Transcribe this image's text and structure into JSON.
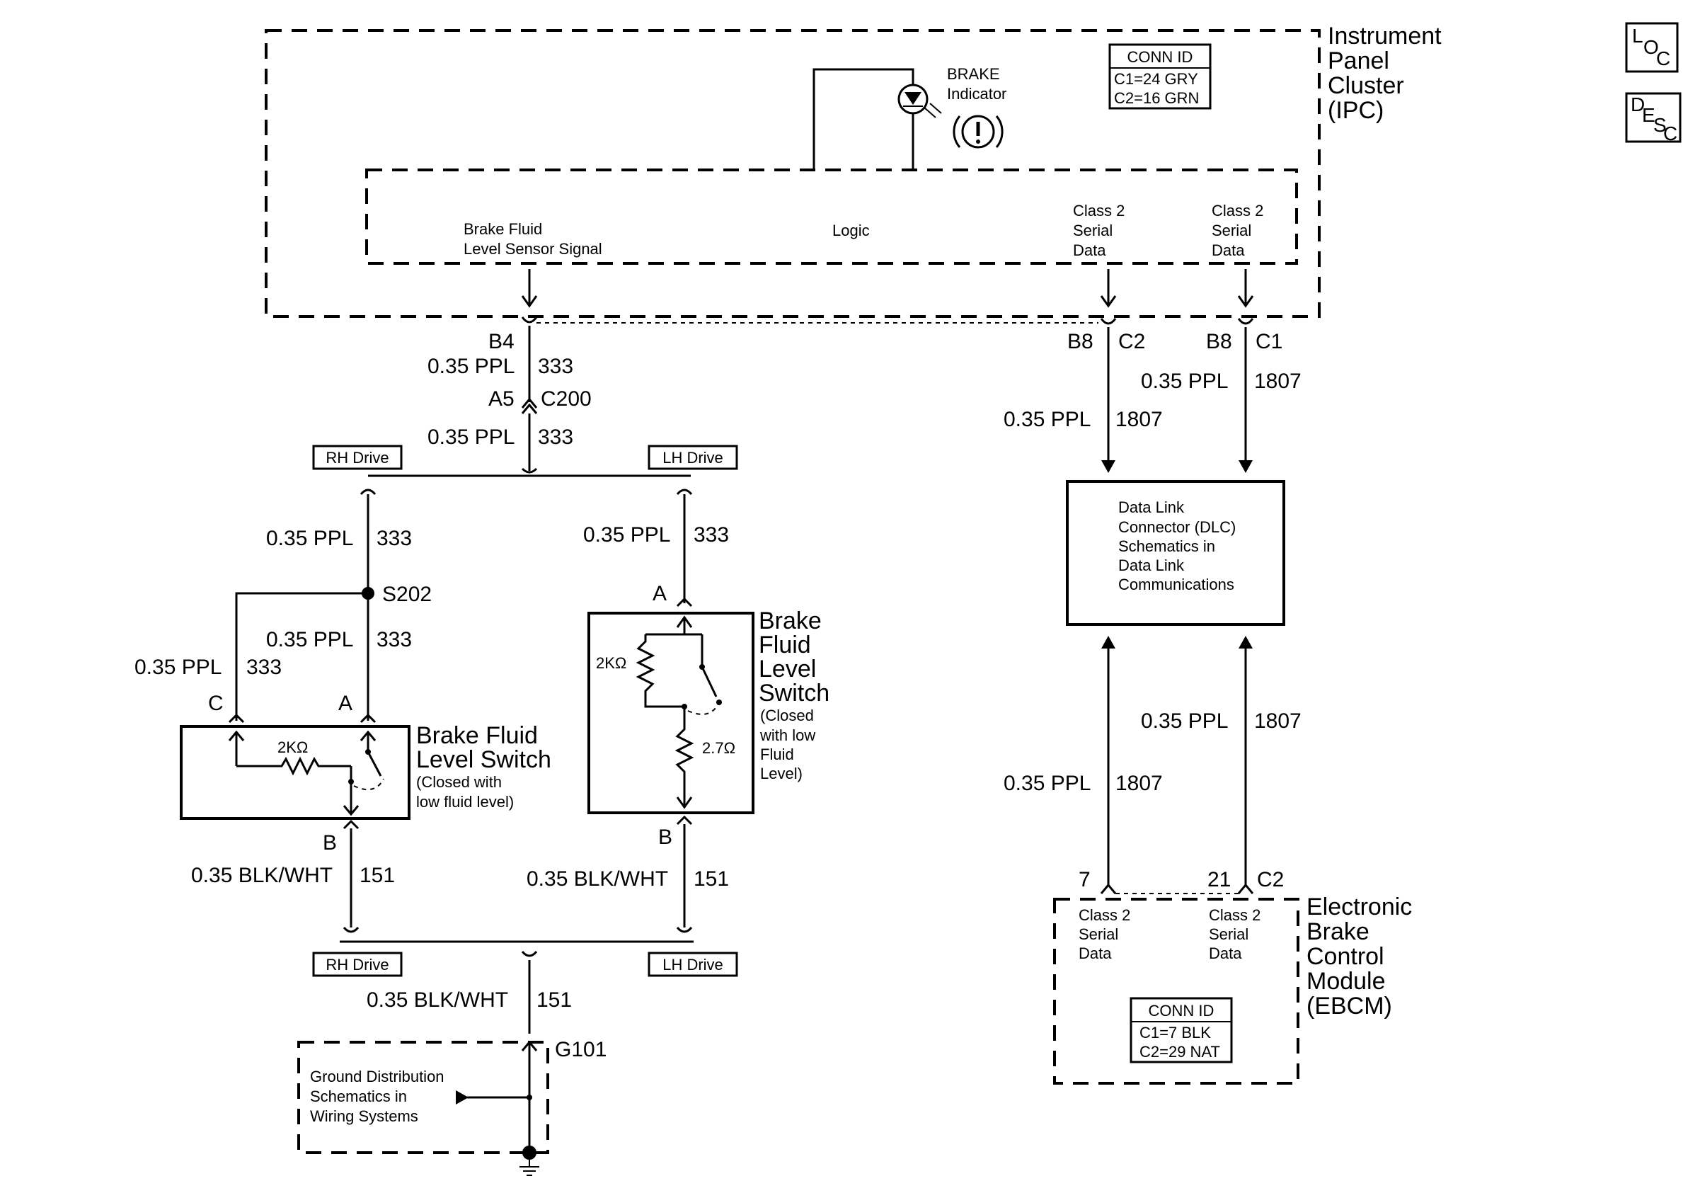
{
  "ipc": {
    "title": [
      "Instrument",
      "Panel",
      "Cluster",
      "(IPC)"
    ],
    "brake_indicator": [
      "BRAKE",
      "Indicator"
    ],
    "conn_id": {
      "title": "CONN ID",
      "c1": "C1=24 GRY",
      "c2": "C2=16 GRN"
    },
    "logic": "Logic",
    "sensor_signal": [
      "Brake Fluid",
      "Level Sensor Signal"
    ],
    "serial_data": [
      "Class 2",
      "Serial",
      "Data"
    ]
  },
  "icons": [
    "loc-icon",
    "desc-icon",
    "brake-warning-icon",
    "ground-icon"
  ],
  "loc_icon": {
    "l": "L",
    "o": "O",
    "c": "C"
  },
  "desc_icon": {
    "d": "D",
    "e": "E",
    "s": "S",
    "c": "C"
  },
  "pins": {
    "b4": "B4",
    "a5": "A5",
    "c200": "C200",
    "b8_1": "B8",
    "c2": "C2",
    "b8_2": "B8",
    "c1": "C1",
    "s202": "S202",
    "c": "C",
    "a1": "A",
    "a2": "A",
    "b1": "B",
    "b2": "B",
    "g101": "G101",
    "p7": "7",
    "p21": "21",
    "ebcm_c2": "C2"
  },
  "wires": {
    "w333": {
      "gauge": "0.35 PPL",
      "circuit": "333"
    },
    "w1807": {
      "gauge": "0.35 PPL",
      "circuit": "1807"
    },
    "w151": {
      "gauge": "0.35 BLK/WHT",
      "circuit": "151"
    }
  },
  "tags": {
    "rh": "RH Drive",
    "lh": "LH Drive"
  },
  "rh_switch": {
    "title": [
      "Brake Fluid",
      "Level Switch"
    ],
    "note": [
      "(Closed with",
      "low fluid level)"
    ],
    "resistor": "2KΩ"
  },
  "lh_switch": {
    "title": [
      "Brake",
      "Fluid",
      "Level",
      "Switch"
    ],
    "note": [
      "(Closed",
      "with low",
      "Fluid",
      "Level)"
    ],
    "r1": "2KΩ",
    "r2": "2.7Ω"
  },
  "dlc": {
    "text": [
      "Data Link",
      "Connector (DLC)",
      "Schematics in",
      "Data Link",
      "Communications"
    ]
  },
  "ground": {
    "text": [
      "Ground Distribution",
      "Schematics in",
      "Wiring Systems"
    ]
  },
  "ebcm": {
    "title": [
      "Electronic",
      "Brake",
      "Control",
      "Module",
      "(EBCM)"
    ],
    "serial_data": [
      "Class 2",
      "Serial",
      "Data"
    ],
    "conn_id": {
      "title": "CONN ID",
      "c1": "C1=7 BLK",
      "c2": "C2=29 NAT"
    }
  }
}
